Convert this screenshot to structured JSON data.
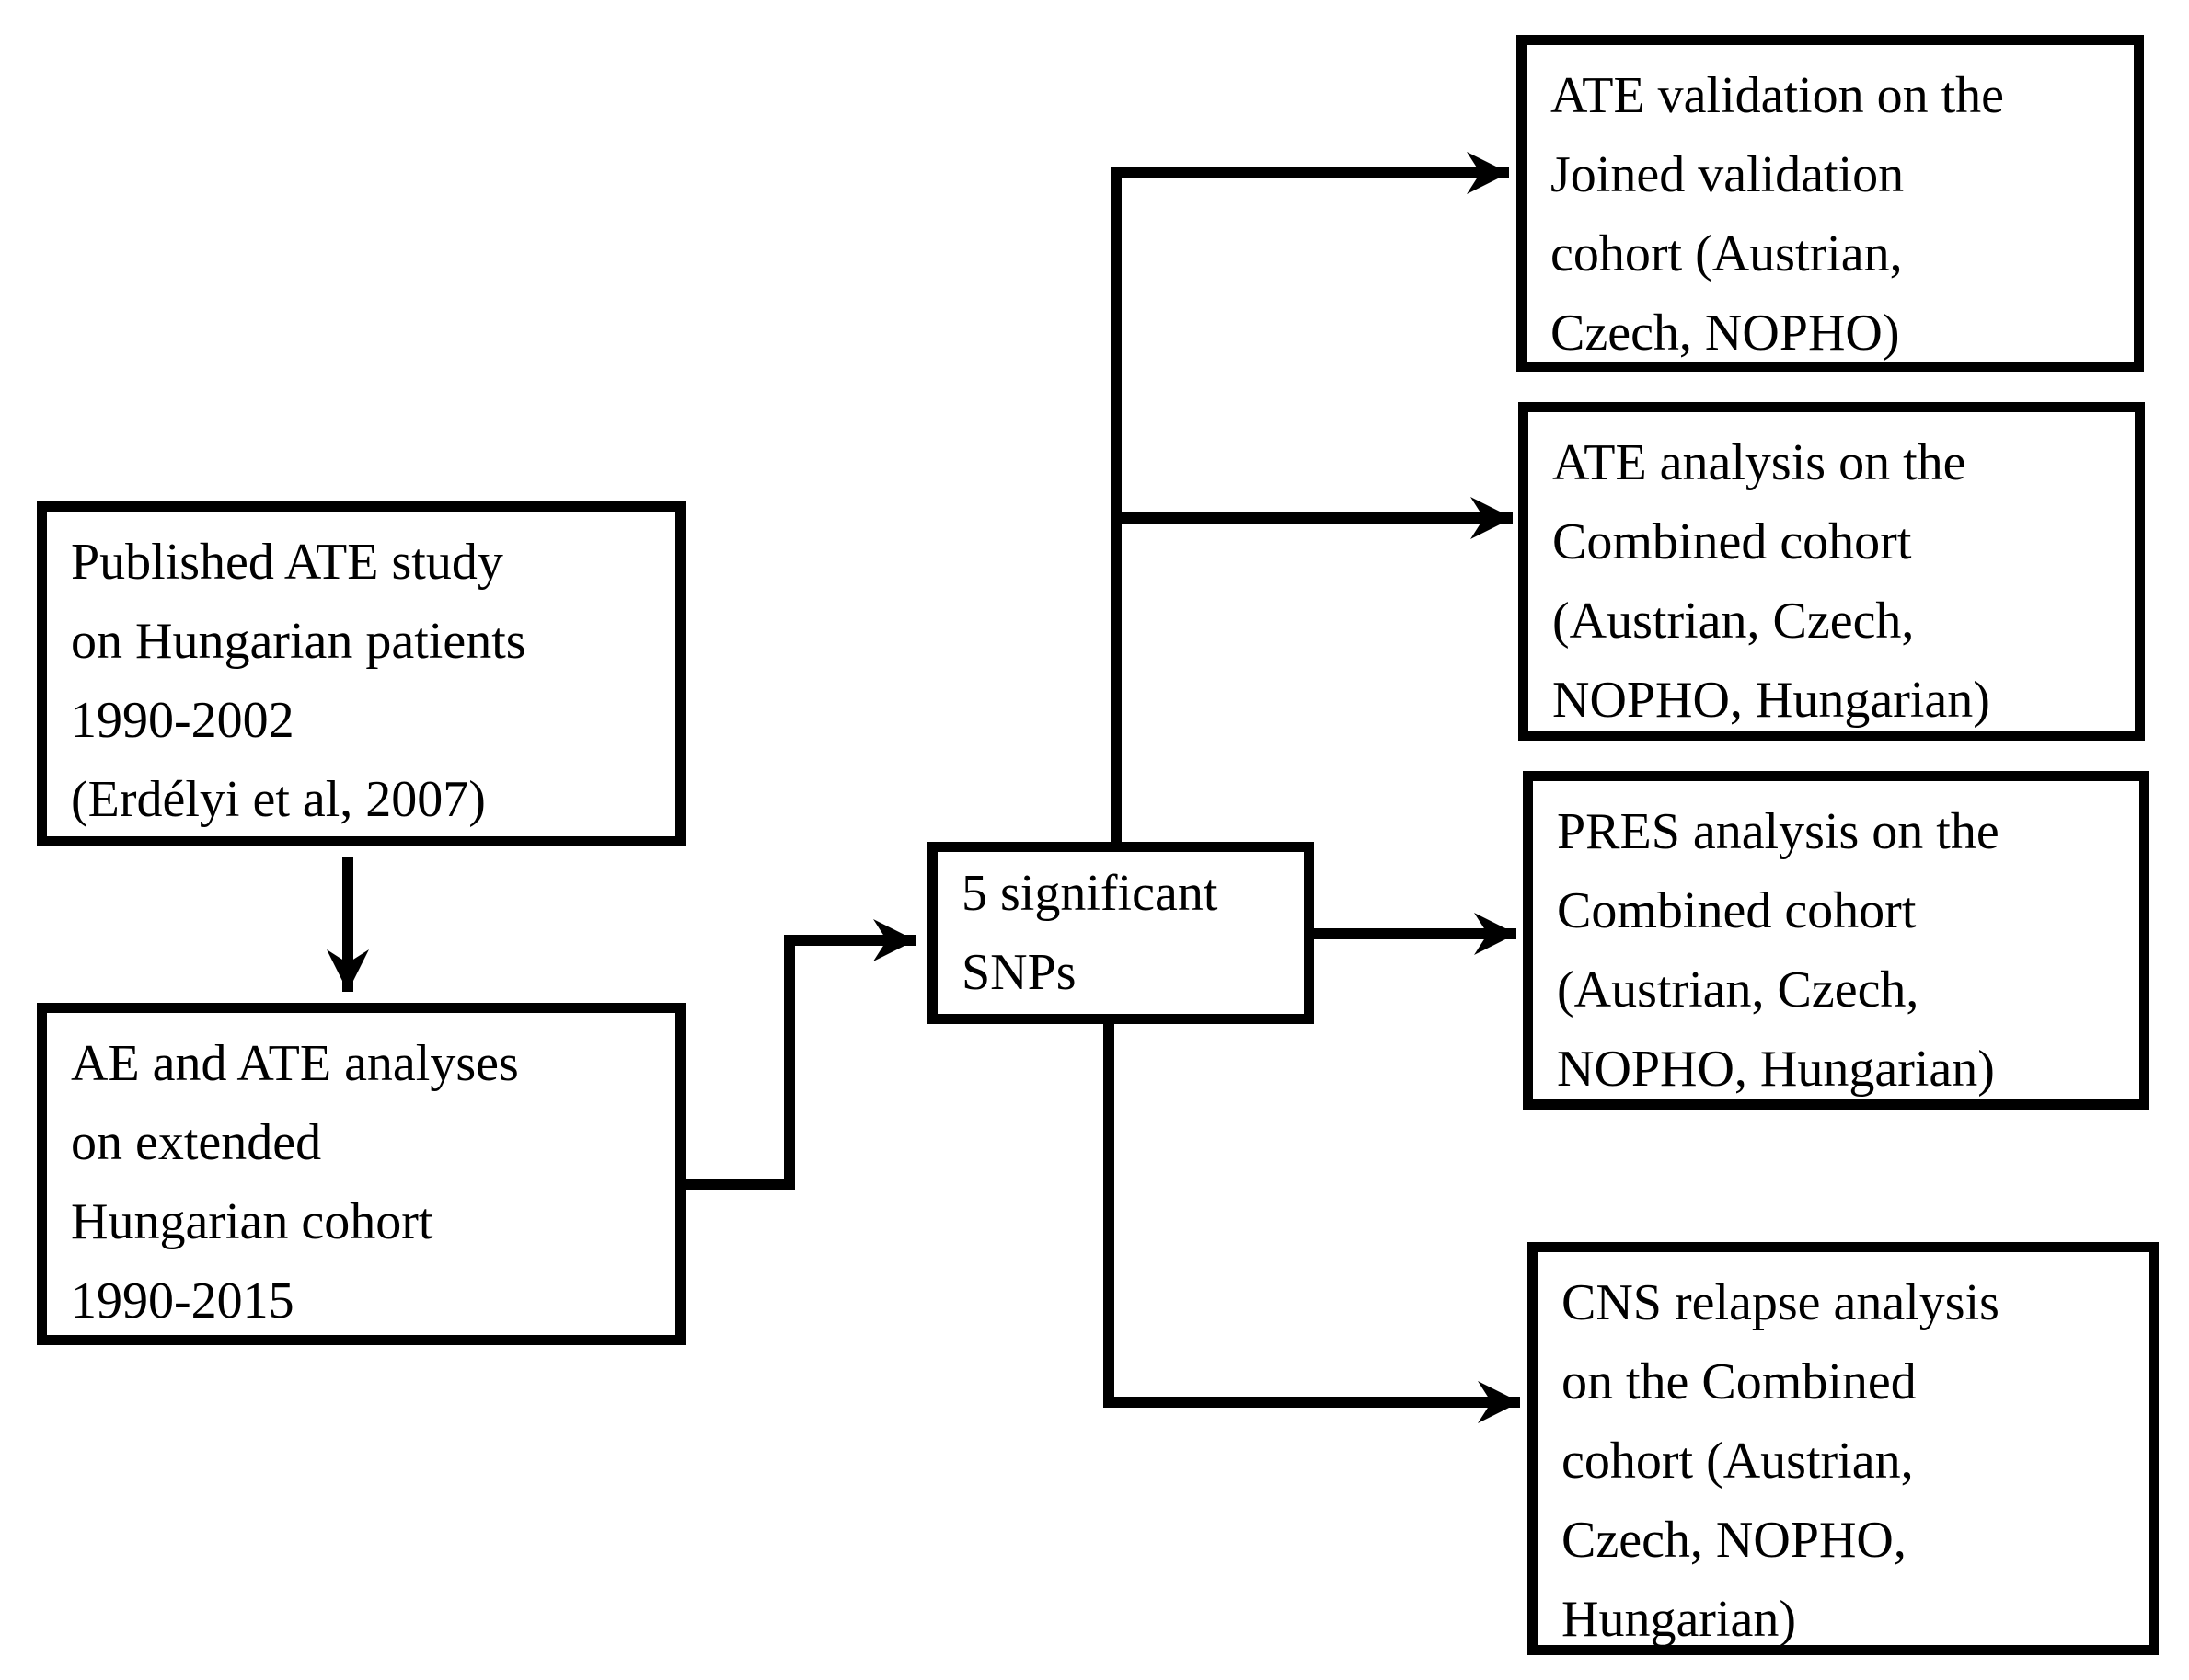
{
  "figure": {
    "type": "flowchart",
    "background_color": "#ffffff",
    "ink_color": "#000000"
  },
  "nodes": {
    "published_study": {
      "text": "Published ATE study\non Hungarian patients\n1990-2002\n(Erdélyi et al, 2007)"
    },
    "extended_analyses": {
      "text": "AE and ATE analyses\non extended\nHungarian cohort\n1990-2015"
    },
    "significant_snps": {
      "text": "5 significant\nSNPs"
    },
    "ate_validation": {
      "text": "ATE validation on the\nJoined validation\ncohort (Austrian,\nCzech, NOPHO)"
    },
    "ate_analysis": {
      "text": "ATE analysis on the\nCombined cohort\n(Austrian, Czech,\nNOPHO, Hungarian)"
    },
    "pres_analysis": {
      "text": "PRES analysis on the\nCombined cohort\n(Austrian, Czech,\nNOPHO, Hungarian)"
    },
    "cns_relapse": {
      "text": "CNS relapse analysis\non the Combined\ncohort (Austrian,\nCzech, NOPHO,\nHungarian)"
    }
  },
  "edges": [
    {
      "from": "published_study",
      "to": "extended_analyses"
    },
    {
      "from": "extended_analyses",
      "to": "significant_snps"
    },
    {
      "from": "significant_snps",
      "to": "ate_validation"
    },
    {
      "from": "significant_snps",
      "to": "ate_analysis"
    },
    {
      "from": "significant_snps",
      "to": "pres_analysis"
    },
    {
      "from": "significant_snps",
      "to": "cns_relapse"
    }
  ]
}
